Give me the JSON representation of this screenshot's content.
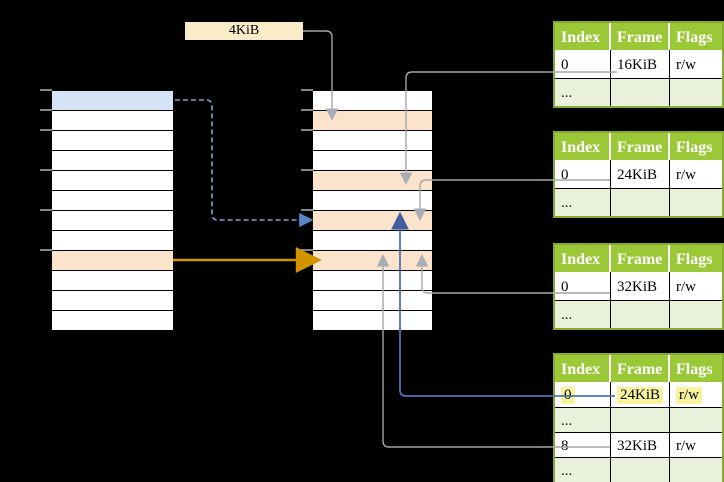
{
  "page_size_label": {
    "text": "4KiB"
  },
  "colors": {
    "blue_page": "#d5e3f7",
    "orange_page": "#fce4cc",
    "label_cream": "#faecc8",
    "table_header_green": "#9bc836",
    "table_shaded_green": "#e9f1da",
    "table_border_green": "#87aa33",
    "highlight_yellow": "#faf39e",
    "connector_gray": "#a6a6a6",
    "arrow_blue": "#4e73b3",
    "arrow_dashed_blue": "#7d9fd2",
    "arrow_orange": "#d49400"
  },
  "memory_columns": [
    {
      "role": "virtual-memory",
      "row_name": "virtual-page-row",
      "row_count": 12,
      "highlighted_rows": {
        "0": "blue",
        "8": "orange"
      },
      "tick_boundaries": [
        0,
        1,
        2,
        4,
        6,
        8
      ]
    },
    {
      "role": "physical-memory",
      "row_name": "physical-frame-row",
      "row_count": 12,
      "highlighted_rows": {
        "1": "orange",
        "4": "orange",
        "6": "orange",
        "8": "orange"
      },
      "tick_boundaries": [
        0,
        1,
        2,
        4,
        6,
        8
      ]
    }
  ],
  "page_tables": [
    {
      "name": "page-table-16kib",
      "headers": [
        "Index",
        "Frame",
        "Flags"
      ],
      "rows": [
        {
          "cells": [
            "0",
            "16KiB",
            "r/w"
          ]
        },
        {
          "cells": [
            "...",
            "",
            ""
          ],
          "shaded": true
        }
      ]
    },
    {
      "name": "page-table-24kib",
      "headers": [
        "Index",
        "Frame",
        "Flags"
      ],
      "rows": [
        {
          "cells": [
            "0",
            "24KiB",
            "r/w"
          ]
        },
        {
          "cells": [
            "...",
            "",
            ""
          ],
          "shaded": true
        }
      ]
    },
    {
      "name": "page-table-32kib",
      "headers": [
        "Index",
        "Frame",
        "Flags"
      ],
      "rows": [
        {
          "cells": [
            "0",
            "32KiB",
            "r/w"
          ]
        },
        {
          "cells": [
            "...",
            "",
            ""
          ],
          "shaded": true
        }
      ]
    },
    {
      "name": "page-table-bottom",
      "headers": [
        "Index",
        "Frame",
        "Flags"
      ],
      "rows": [
        {
          "cells": [
            "0",
            "24KiB",
            "r/w"
          ],
          "highlighted": true
        },
        {
          "cells": [
            "...",
            "",
            ""
          ],
          "shaded": true
        },
        {
          "cells": [
            "8",
            "32KiB",
            "r/w"
          ]
        },
        {
          "cells": [
            "...",
            "",
            ""
          ],
          "shaded": true
        }
      ]
    }
  ],
  "connections": [
    {
      "from": "4kib-label",
      "to": "physical-frame-1",
      "style": "gray"
    },
    {
      "from": "page-table-16kib-entry-0",
      "to": "physical-frame-4",
      "style": "gray"
    },
    {
      "from": "page-table-24kib-entry-0",
      "to": "physical-frame-6",
      "style": "gray"
    },
    {
      "from": "page-table-32kib-entry-0",
      "to": "physical-frame-8",
      "style": "gray"
    },
    {
      "from": "page-table-bottom-entry-0",
      "to": "physical-frame-6",
      "style": "blue"
    },
    {
      "from": "page-table-bottom-entry-8",
      "to": "physical-frame-8",
      "style": "gray"
    },
    {
      "from": "virtual-page-0",
      "to": "physical-frame-6",
      "style": "dashed-blue"
    },
    {
      "from": "virtual-page-8",
      "to": "physical-frame-8",
      "style": "orange"
    }
  ]
}
